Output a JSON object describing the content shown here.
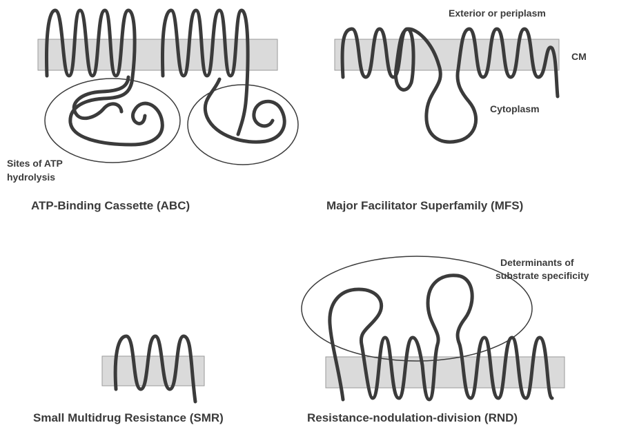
{
  "labels": {
    "exterior": "Exterior or periplasm",
    "cm": "CM",
    "cytoplasm": "Cytoplasm",
    "atp_sites_line1": "Sites of ATP",
    "atp_sites_line2": "hydrolysis",
    "determinants_line1": "Determinants of",
    "determinants_line2": "substrate specificity"
  },
  "families": {
    "abc": "ATP-Binding Cassette (ABC)",
    "mfs": "Major Facilitator Superfamily (MFS)",
    "smr": "Small Multidrug Resistance (SMR)",
    "rnd": "Resistance-nodulation-division (RND)"
  }
}
